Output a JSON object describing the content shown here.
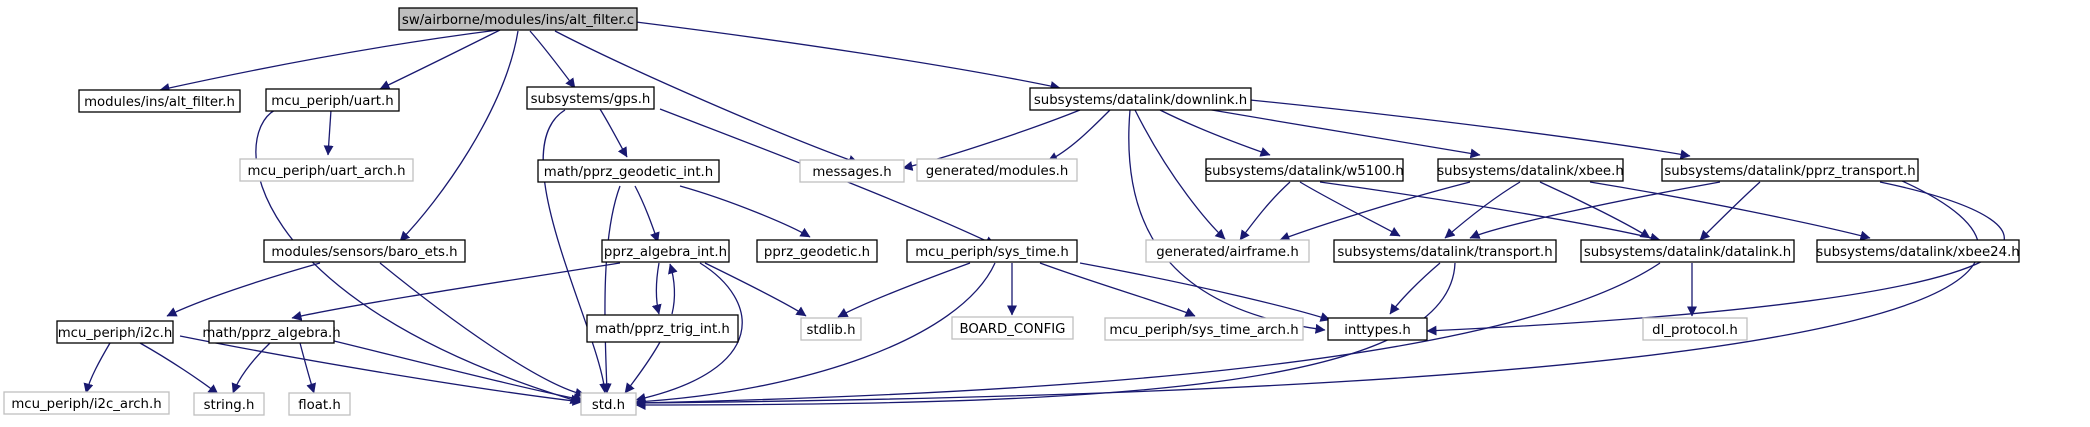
{
  "colors": {
    "edge": "#191970",
    "root_fill": "#bfbfbf",
    "node_border": "#000000",
    "missing_border": "#bfbfbf",
    "text": "#000000"
  },
  "nodes": {
    "root": "sw/airborne/modules/ins/alt_filter.c",
    "alt_filter_h": "modules/ins/alt_filter.h",
    "uart_h": "mcu_periph/uart.h",
    "uart_arch_h": "mcu_periph/uart_arch.h",
    "gps_h": "subsystems/gps.h",
    "messages_h": "messages.h",
    "downlink_h": "subsystems/datalink/downlink.h",
    "generated_modules_h": "generated/modules.h",
    "pprz_geodetic_int_h": "math/pprz_geodetic_int.h",
    "w5100_h": "subsystems/datalink/w5100.h",
    "xbee_h": "subsystems/datalink/xbee.h",
    "pprz_transport_h": "subsystems/datalink/pprz_transport.h",
    "baro_ets_h": "modules/sensors/baro_ets.h",
    "pprz_algebra_int_h": "pprz_algebra_int.h",
    "pprz_geodetic_h": "pprz_geodetic.h",
    "sys_time_h": "mcu_periph/sys_time.h",
    "generated_airframe_h": "generated/airframe.h",
    "transport_h": "subsystems/datalink/transport.h",
    "datalink_h": "subsystems/datalink/datalink.h",
    "xbee24_h": "subsystems/datalink/xbee24.h",
    "i2c_h": "mcu_periph/i2c.h",
    "pprz_algebra_h": "math/pprz_algebra.h",
    "pprz_trig_int_h": "math/pprz_trig_int.h",
    "stdlib_h": "stdlib.h",
    "board_config": "BOARD_CONFIG",
    "sys_time_arch_h": "mcu_periph/sys_time_arch.h",
    "inttypes_h": "inttypes.h",
    "dl_protocol_h": "dl_protocol.h",
    "i2c_arch_h": "mcu_periph/i2c_arch.h",
    "string_h": "string.h",
    "float_h": "float.h",
    "std_h": "std.h"
  }
}
